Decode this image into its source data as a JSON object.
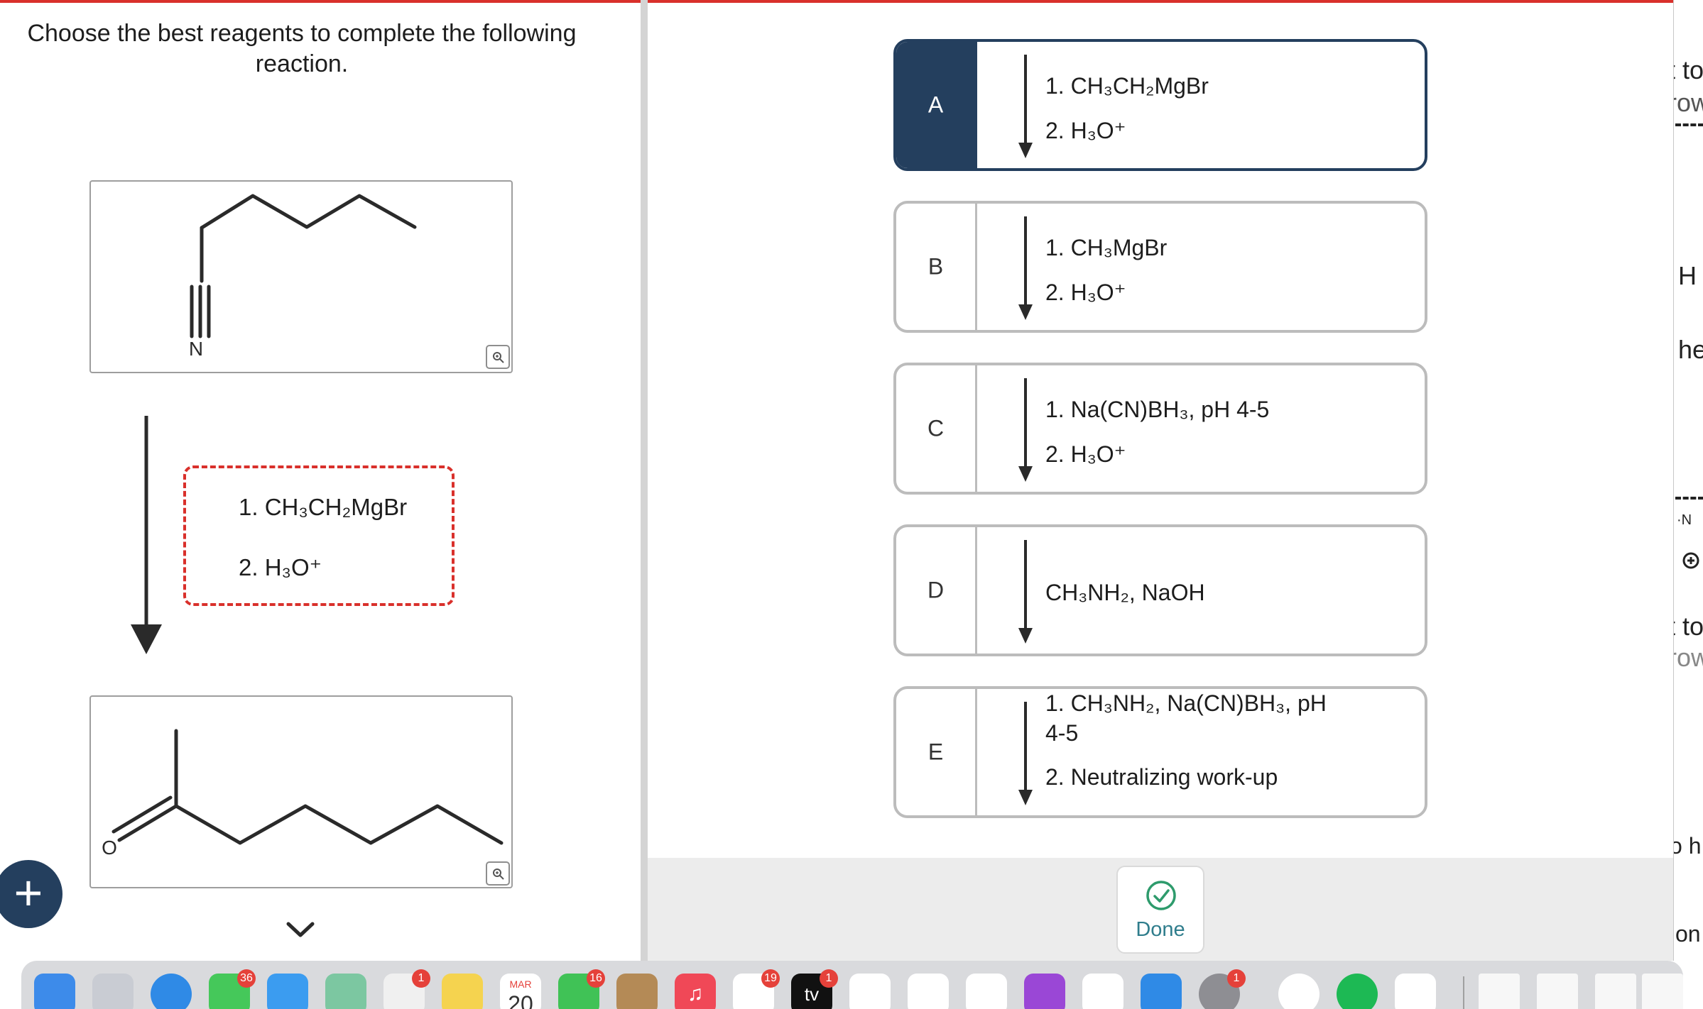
{
  "question": {
    "prompt": "Choose the best reagents to complete the following reaction.",
    "start_atom": "N",
    "product_atom": "O",
    "reagents": [
      "1. CH₃CH₂MgBr",
      "2. H₃O⁺"
    ]
  },
  "options": [
    {
      "letter": "A",
      "lines": [
        "1. CH₃CH₂MgBr",
        "2. H₃O⁺"
      ],
      "selected": true
    },
    {
      "letter": "B",
      "lines": [
        "1. CH₃MgBr",
        "2. H₃O⁺"
      ],
      "selected": false
    },
    {
      "letter": "C",
      "lines": [
        "1. Na(CN)BH₃, pH 4-5",
        "2. H₃O⁺"
      ],
      "selected": false
    },
    {
      "letter": "D",
      "lines": [
        "CH₃NH₂, NaOH"
      ],
      "selected": false
    },
    {
      "letter": "E",
      "lines": [
        "1. CH₃NH₂, Na(CN)BH₃, pH",
        "4-5",
        "2. Neutralizing work-up"
      ],
      "selected": false
    }
  ],
  "controls": {
    "done_label": "Done",
    "add_label": "+"
  },
  "right_edge_fragments": [
    "t to",
    "row",
    "H",
    "he",
    "·N",
    "t to",
    "row",
    "o h",
    "on"
  ],
  "dock": {
    "calendar_month": "MAR",
    "calendar_day": "20",
    "appletv_label": "tv",
    "badges": {
      "messages": "36",
      "photos": "1",
      "facetime": "16",
      "reminders": "19",
      "appletv": "1",
      "settings": "1"
    }
  },
  "colors": {
    "accent": "#243f5e",
    "dashed_red": "#d9302b",
    "done_teal": "#2f7d8c"
  }
}
